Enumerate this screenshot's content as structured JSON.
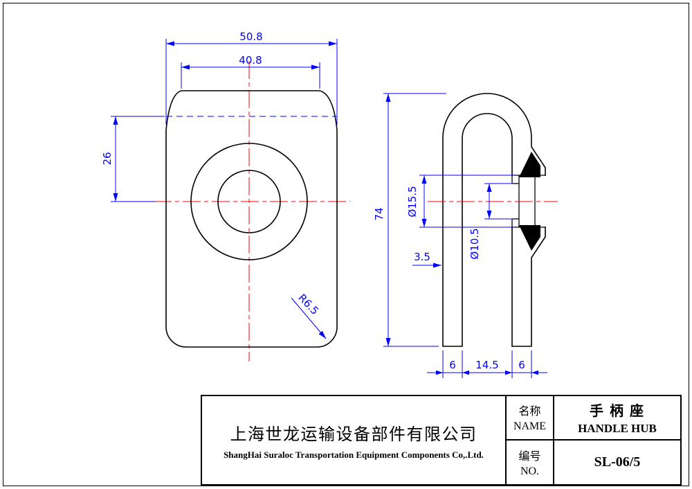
{
  "drawing": {
    "front_view": {
      "width_outer": "50.8",
      "width_inner": "40.8",
      "height_upper": "26",
      "corner_radius": "R6.5"
    },
    "side_view": {
      "height": "74",
      "bore_large": "Ø15.5",
      "bore_small": "Ø10.5",
      "depth": "3.5",
      "leg_left": "6",
      "gap": "14.5",
      "leg_right": "6"
    }
  },
  "title_block": {
    "company_cn": "上海世龙运输设备部件有限公司",
    "company_en": "ShangHai Suraloc Transportation Equipment Components Co,.Ltd.",
    "name_label_cn": "名称",
    "name_label_en": "NAME",
    "name_value_cn": "手 柄 座",
    "name_value_en": "HANDLE HUB",
    "no_label_cn": "编号",
    "no_label_en": "NO.",
    "no_value": "SL-06/5"
  },
  "colors": {
    "outline": "#000000",
    "dimension": "#0000ff",
    "centerline": "#ff0000"
  }
}
